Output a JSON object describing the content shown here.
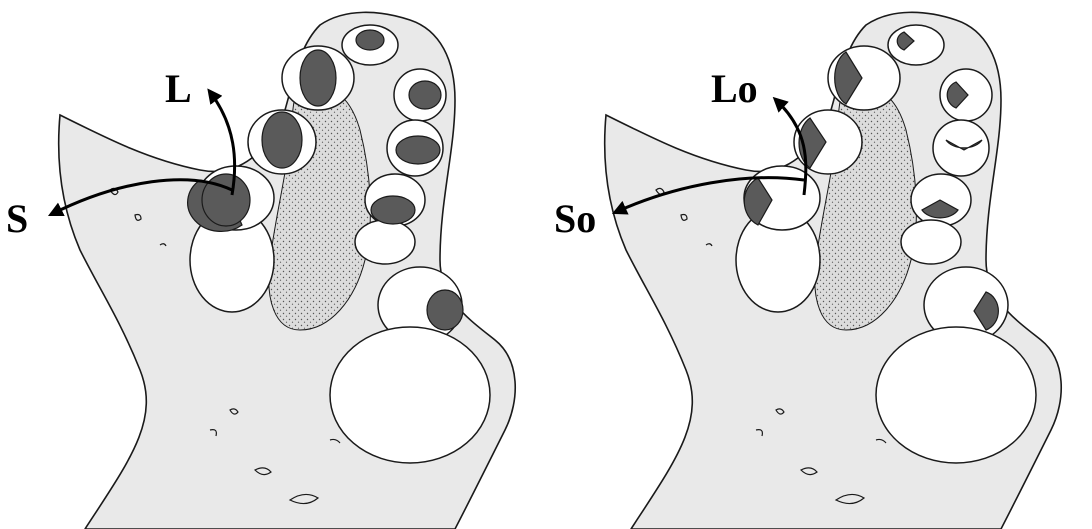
{
  "panels": [
    {
      "id": "left",
      "arrow_up_label": "L",
      "arrow_side_label": "S",
      "style": "shaded-halves"
    },
    {
      "id": "right",
      "arrow_up_label": "Lo",
      "arrow_side_label": "So",
      "style": "shaded-quarters"
    }
  ],
  "colors": {
    "tissue_fill": "#e9e9e9",
    "outline": "#1a1a1a",
    "dark_fill": "#5a5a5a",
    "stipple_fill": "#d6d6d6",
    "empty_fill": "#ffffff"
  }
}
